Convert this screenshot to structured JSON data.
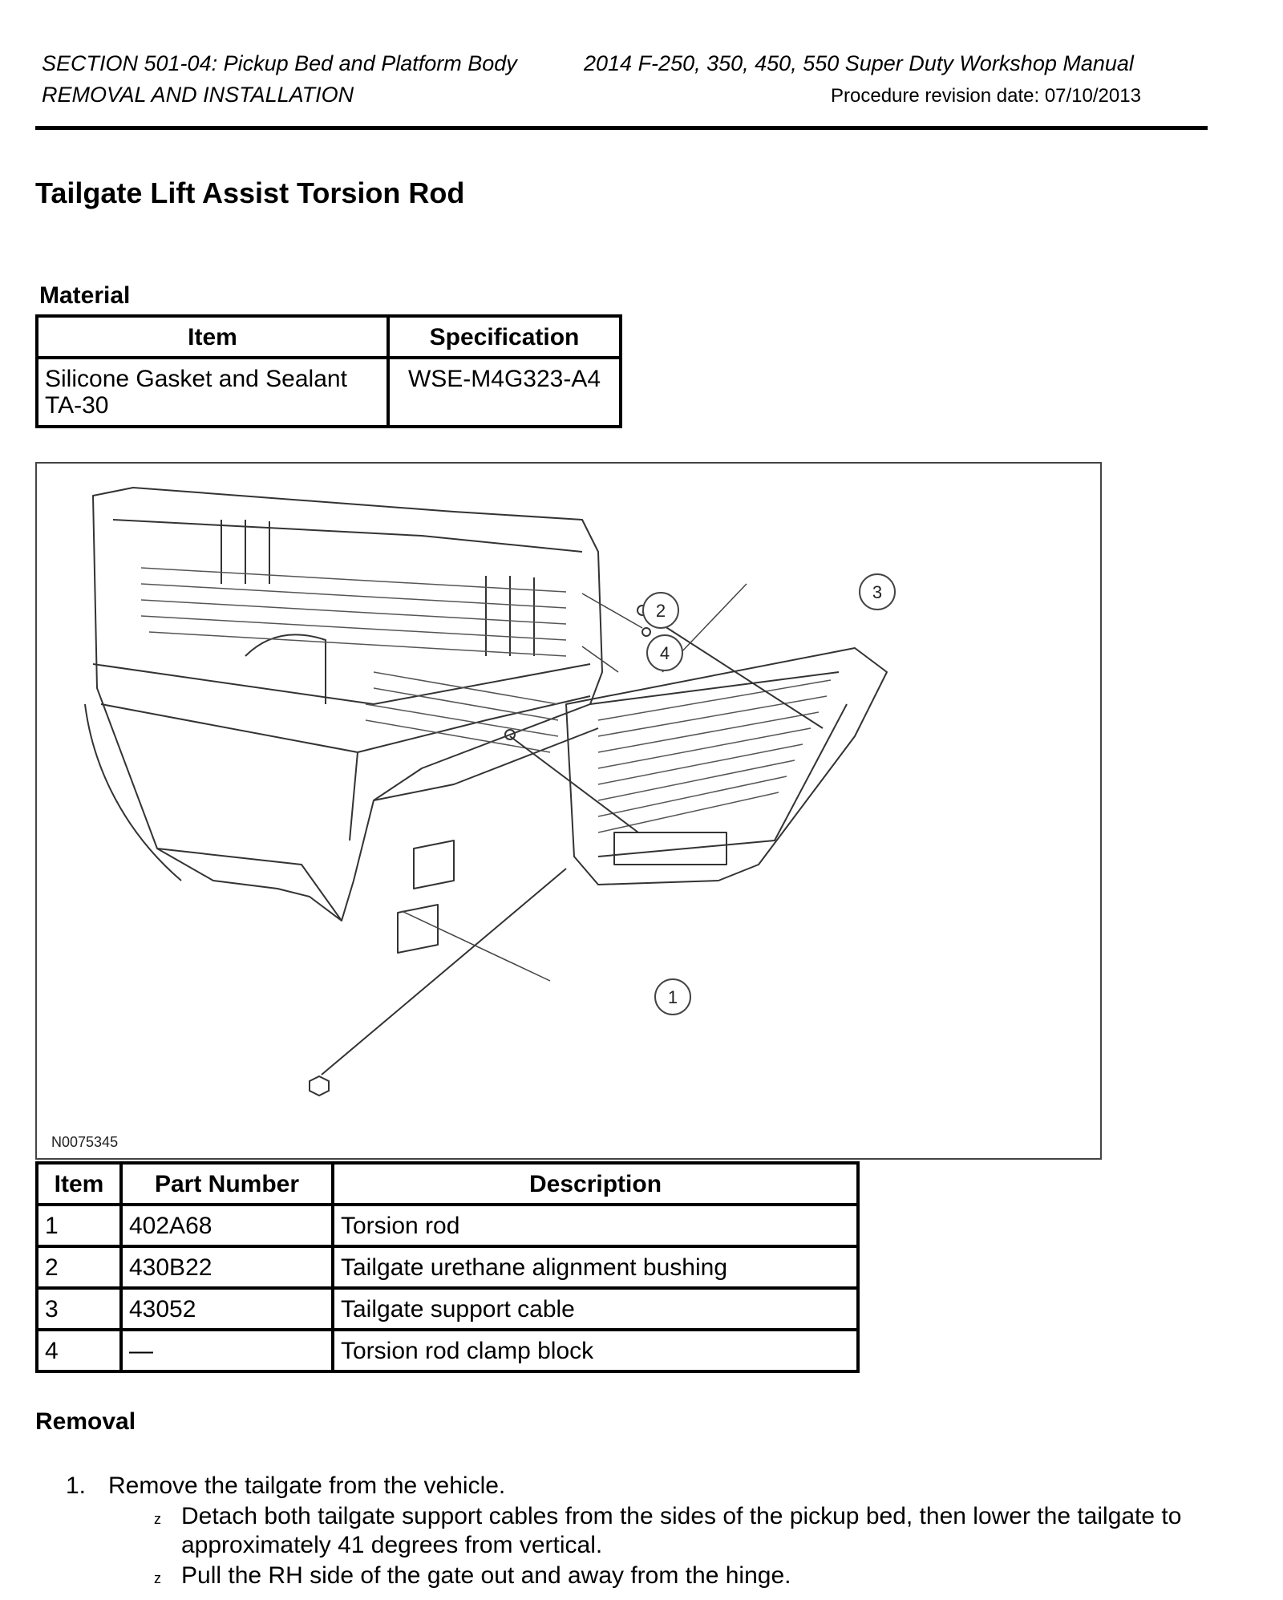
{
  "header": {
    "section": "SECTION 501-04: Pickup Bed and Platform Body",
    "subsection": "REMOVAL AND INSTALLATION",
    "manual": "2014 F-250, 350, 450, 550 Super Duty Workshop Manual",
    "revision": "Procedure revision date: 07/10/2013"
  },
  "title": "Tailgate Lift Assist Torsion Rod",
  "material": {
    "heading": "Material",
    "col_item": "Item",
    "col_spec": "Specification",
    "rows": [
      {
        "item_line1": "Silicone Gasket and Sealant",
        "item_line2": "TA-30",
        "spec": "WSE-M4G323-A4"
      }
    ]
  },
  "figure": {
    "id": "N0075345",
    "callouts": [
      "1",
      "2",
      "3",
      "4"
    ]
  },
  "parts": {
    "col_item": "Item",
    "col_part": "Part Number",
    "col_desc": "Description",
    "rows": [
      {
        "item": "1",
        "part": "402A68",
        "desc": "Torsion rod"
      },
      {
        "item": "2",
        "part": "430B22",
        "desc": "Tailgate urethane alignment bushing"
      },
      {
        "item": "3",
        "part": "43052",
        "desc": "Tailgate support cable"
      },
      {
        "item": "4",
        "part": "—",
        "desc": "Torsion rod clamp block"
      }
    ]
  },
  "removal": {
    "heading": "Removal",
    "step1_num": "1.",
    "step1_text": "Remove the tailgate from the vehicle.",
    "bullet_glyph": "z",
    "sub1_line1": "Detach both tailgate support cables from the sides of the pickup bed, then lower the tailgate to",
    "sub1_line2": "approximately 41 degrees from vertical.",
    "sub2": "Pull the RH side of the gate out and away from the hinge."
  }
}
